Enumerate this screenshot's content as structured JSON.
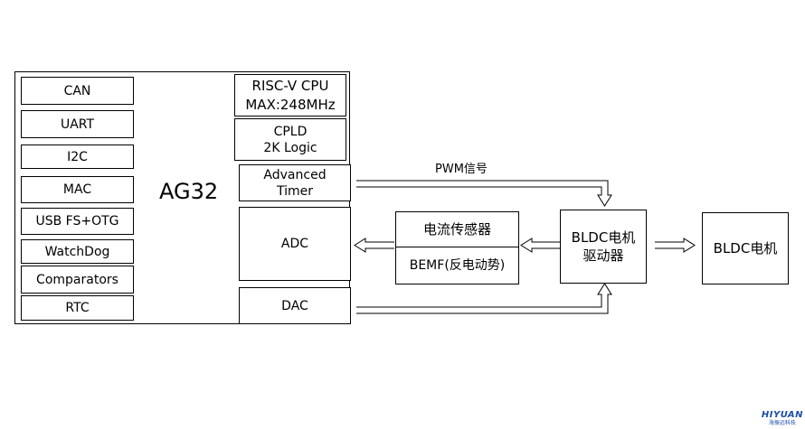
{
  "chip": {
    "name": "AG32",
    "peripherals": [
      "CAN",
      "UART",
      "I2C",
      "MAC",
      "USB FS+OTG",
      "WatchDog",
      "Comparators",
      "RTC"
    ],
    "cpu": "RISC-V CPU\nMAX:248MHz",
    "cpld": "CPLD\n2K Logic",
    "timer": "Advanced\nTimer",
    "adc": "ADC",
    "dac": "DAC"
  },
  "sensor": {
    "top": "电流传感器",
    "bottom": "BEMF(反电动势)"
  },
  "driver": "BLDC电机\n驱动器",
  "motor": "BLDC电机",
  "pwm_label": "PWM信号",
  "logo": {
    "mark": "HIYUAN",
    "sub": "海振远科技"
  },
  "colors": {
    "line": "#000000",
    "logo": "#1c4fa6"
  }
}
